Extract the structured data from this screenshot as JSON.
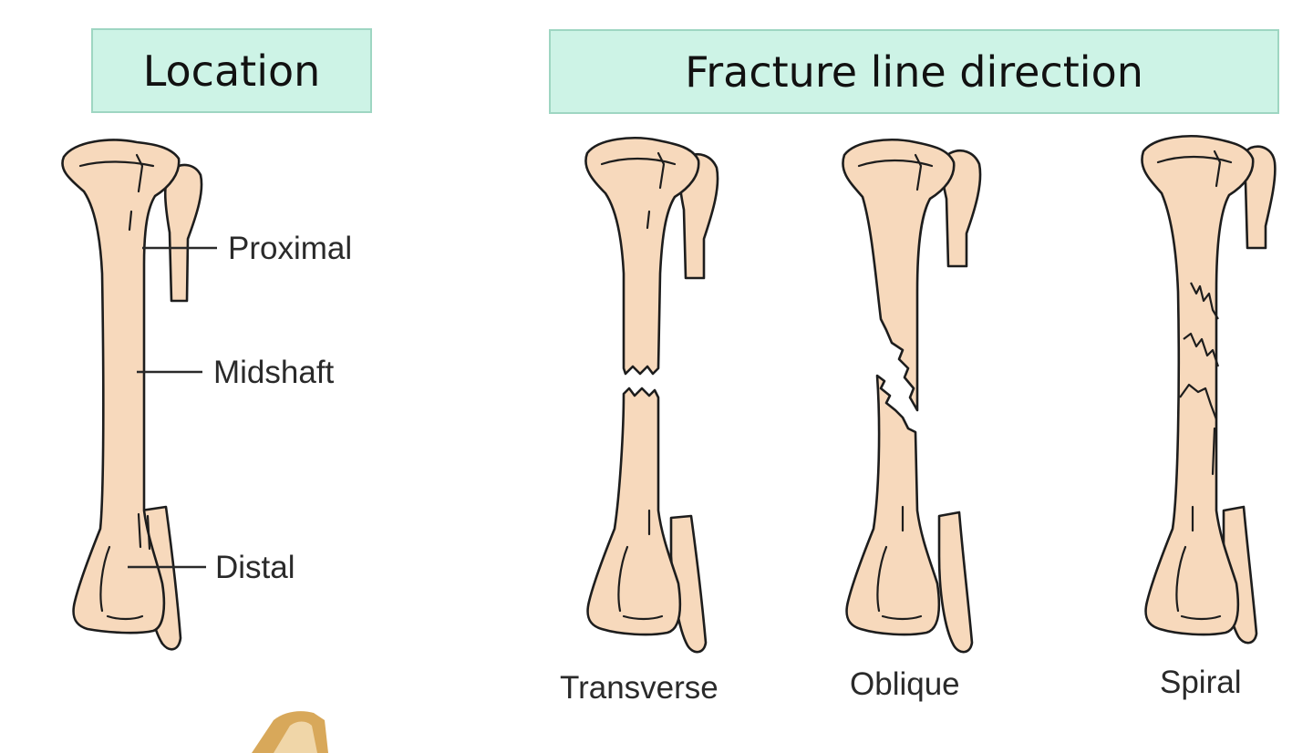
{
  "headings": {
    "location": "Location",
    "fracture_line_direction": "Fracture line direction"
  },
  "location_labels": {
    "proximal": "Proximal",
    "midshaft": "Midshaft",
    "distal": "Distal"
  },
  "fracture_types": {
    "transverse": "Transverse",
    "oblique": "Oblique",
    "spiral": "Spiral"
  },
  "colors": {
    "heading_bg": "#cdf3e6",
    "bone_fill": "#f7d9bc"
  }
}
